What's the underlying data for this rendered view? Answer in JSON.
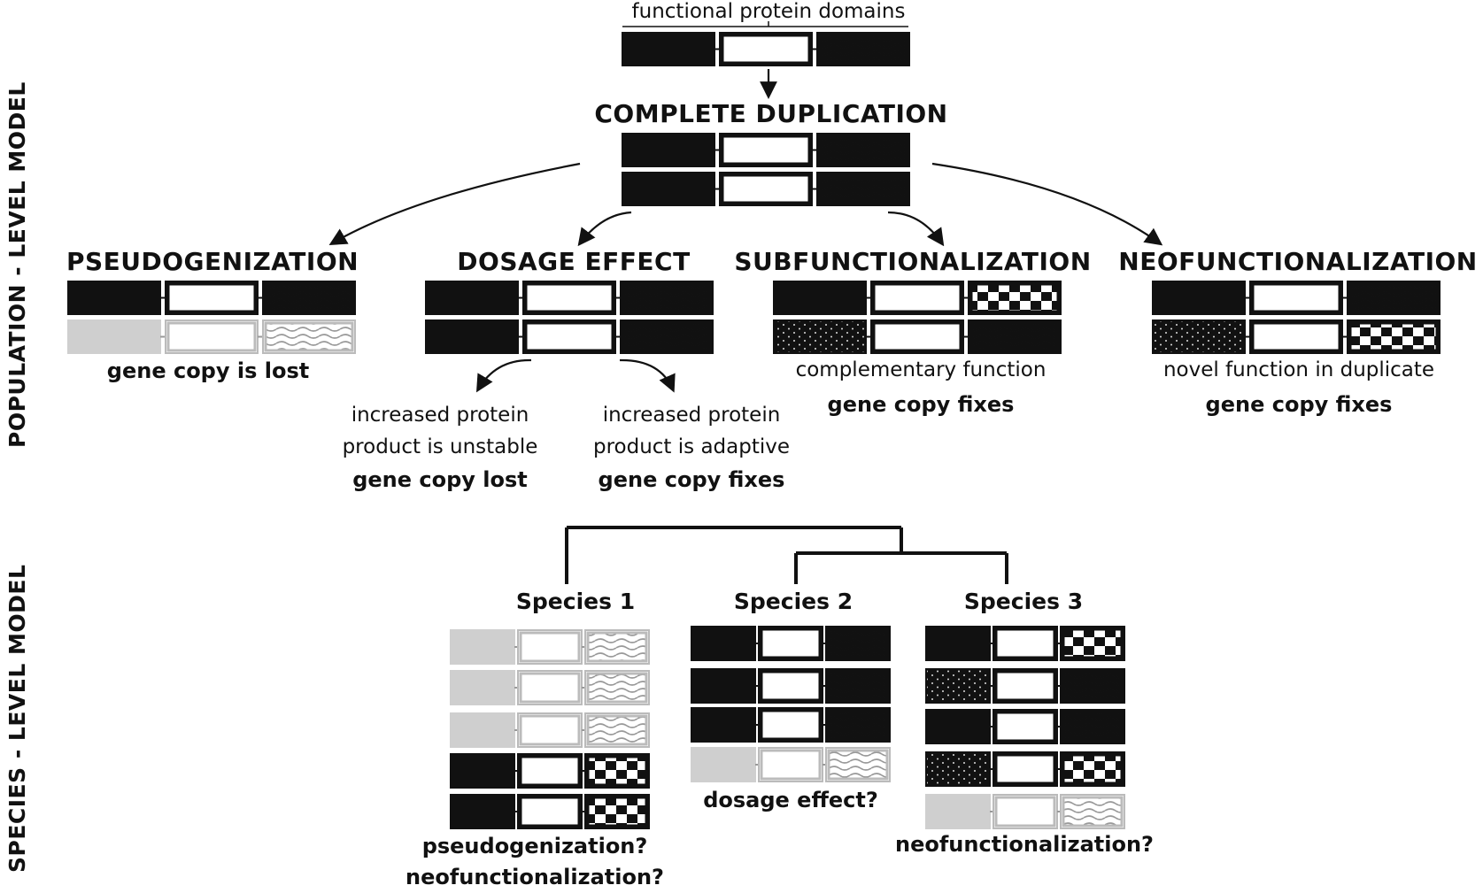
{
  "top_label": "functional protein domains",
  "complete_duplication": "COMPLETE DUPLICATION",
  "side_labels": {
    "population": "POPULATION - LEVEL MODEL",
    "species": "SPECIES - LEVEL MODEL"
  },
  "outcomes": {
    "pseudogenization": {
      "title": "PSEUDOGENIZATION",
      "result": "gene copy is lost"
    },
    "dosage": {
      "title": "DOSAGE EFFECT",
      "left": {
        "line1": "increased protein",
        "line2": "product is unstable",
        "result": "gene copy lost"
      },
      "right": {
        "line1": "increased protein",
        "line2": "product is adaptive",
        "result": "gene copy fixes"
      }
    },
    "subfunctionalization": {
      "title": "SUBFUNCTIONALIZATION",
      "desc": "complementary function",
      "result": "gene copy fixes"
    },
    "neofunctionalization": {
      "title": "NEOFUNCTIONALIZATION",
      "desc": "novel function in duplicate",
      "result": "gene copy fixes"
    }
  },
  "species": {
    "s1": {
      "name": "Species 1",
      "q1": "pseudogenization?",
      "q2": "neofunctionalization?"
    },
    "s2": {
      "name": "Species 2",
      "q1": "dosage effect?"
    },
    "s3": {
      "name": "Species 3",
      "q1": "neofunctionalization?"
    }
  },
  "domain_patterns": [
    "solid",
    "open",
    "wave",
    "checker",
    "dots",
    "gray"
  ]
}
